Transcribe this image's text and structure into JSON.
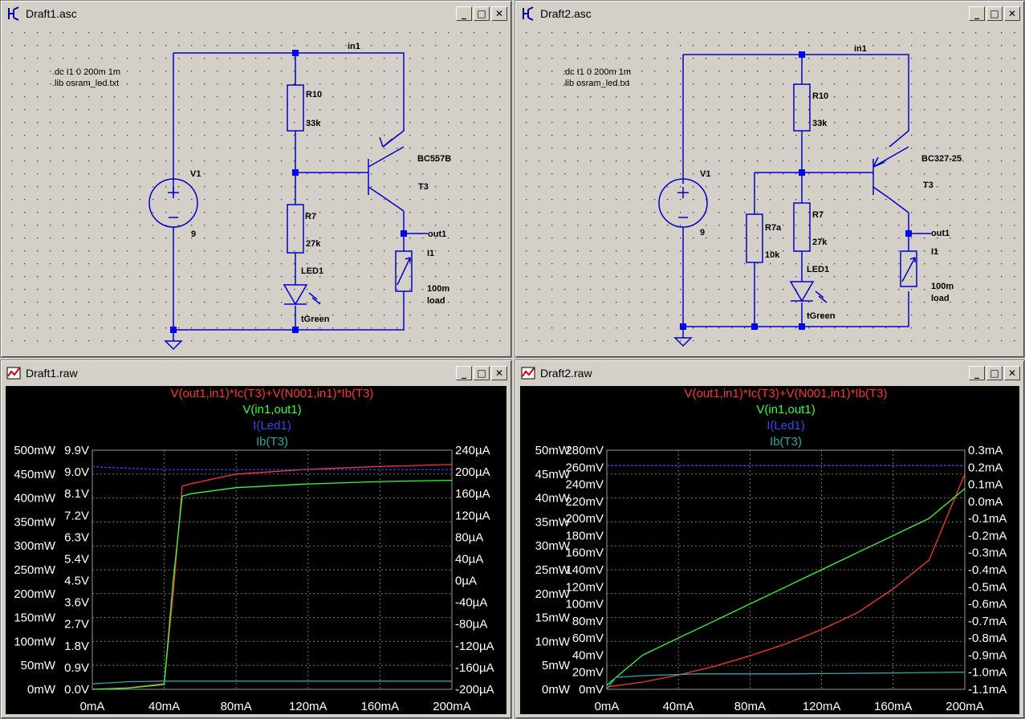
{
  "windows": {
    "draft1_asc": {
      "title": "Draft1.asc"
    },
    "draft2_asc": {
      "title": "Draft2.asc"
    },
    "draft1_raw": {
      "title": "Draft1.raw"
    },
    "draft2_raw": {
      "title": "Draft2.raw"
    }
  },
  "schematic1": {
    "directive1": ".dc I1 0 200m 1m",
    "directive2": ".lib osram_led.txt",
    "net_in1": "in1",
    "net_out1": "out1",
    "r10_name": "R10",
    "r10_value": "33k",
    "r7_name": "R7",
    "r7_value": "27k",
    "v1_name": "V1",
    "v1_value": "9",
    "led_name": "LED1",
    "led_value": "tGreen",
    "t3_model": "BC557B",
    "t3_name": "T3",
    "i1_name": "I1",
    "i1_value": "100m",
    "i1_extra": "load"
  },
  "schematic2": {
    "directive1": ".dc I1 0 200m 1m",
    "directive2": ".lib osram_led.txt",
    "net_in1": "in1",
    "net_out1": "out1",
    "r10_name": "R10",
    "r10_value": "33k",
    "r7_name": "R7",
    "r7_value": "27k",
    "r7a_name": "R7a",
    "r7a_value": "10k",
    "v1_name": "V1",
    "v1_value": "9",
    "led_name": "LED1",
    "led_value": "tGreen",
    "t3_model": "BC327-25",
    "t3_name": "T3",
    "i1_name": "I1",
    "i1_value": "100m",
    "i1_extra": "load"
  },
  "colors": {
    "red": "#ff3333",
    "green": "#33ff33",
    "blue": "#3344ff",
    "cyan": "#22aaaa",
    "wire": "#0000cc",
    "grid": "#777777"
  },
  "chart_data": [
    {
      "type": "line",
      "title": "",
      "series": [
        {
          "name": "V(out1,in1)*Ic(T3)+V(N001,in1)*Ib(T3)",
          "axis": "left_outer",
          "x": [
            0,
            20,
            40,
            45,
            50,
            55,
            80,
            120,
            160,
            200
          ],
          "y": [
            0,
            3,
            12,
            200,
            425,
            430,
            450,
            460,
            466,
            470
          ]
        },
        {
          "name": "V(in1,out1)",
          "axis": "left_inner",
          "x": [
            0,
            20,
            40,
            45,
            50,
            55,
            80,
            120,
            160,
            200
          ],
          "y": [
            0,
            0.05,
            0.2,
            4.5,
            8.0,
            8.1,
            8.35,
            8.5,
            8.6,
            8.65
          ]
        },
        {
          "name": "I(Led1)",
          "axis": "left_inner",
          "x": [
            0,
            10,
            20,
            30,
            40,
            100,
            200
          ],
          "y": [
            9.22,
            9.18,
            9.15,
            9.12,
            9.1,
            9.1,
            9.1
          ]
        },
        {
          "name": "Ib(T3)",
          "axis": "right",
          "x": [
            0,
            20,
            40,
            50,
            100,
            150,
            200
          ],
          "y": [
            -190,
            -186,
            -185,
            -185,
            -185,
            -185,
            -185
          ]
        }
      ],
      "xlim": [
        0,
        200
      ],
      "x_ticks": [
        "0mA",
        "40mA",
        "80mA",
        "120mA",
        "160mA",
        "200mA"
      ],
      "y_left_outer_ticks": [
        "0mW",
        "50mW",
        "100mW",
        "150mW",
        "200mW",
        "250mW",
        "300mW",
        "350mW",
        "400mW",
        "450mW",
        "500mW"
      ],
      "y_left_inner_ticks": [
        "0.0V",
        "0.9V",
        "1.8V",
        "2.7V",
        "3.6V",
        "4.5V",
        "5.4V",
        "6.3V",
        "7.2V",
        "8.1V",
        "9.0V",
        "9.9V"
      ],
      "y_right_ticks": [
        "-200µA",
        "-160µA",
        "-120µA",
        "-80µA",
        "-40µA",
        "0µA",
        "40µA",
        "80µA",
        "120µA",
        "160µA",
        "200µA",
        "240µA"
      ],
      "grid": true
    },
    {
      "type": "line",
      "title": "",
      "series": [
        {
          "name": "V(out1,in1)*Ic(T3)+V(N001,in1)*Ib(T3)",
          "axis": "left_outer",
          "x": [
            0,
            20,
            40,
            60,
            80,
            100,
            120,
            140,
            160,
            180,
            200
          ],
          "y": [
            0.5,
            1.5,
            3,
            4.8,
            7,
            9.5,
            12.5,
            16,
            21,
            27,
            45
          ]
        },
        {
          "name": "V(in1,out1)",
          "axis": "left_inner",
          "x": [
            0,
            20,
            40,
            60,
            80,
            100,
            120,
            140,
            160,
            180,
            200
          ],
          "y": [
            5,
            40,
            60,
            80,
            100,
            120,
            140,
            160,
            180,
            200,
            235
          ]
        },
        {
          "name": "I(Led1)",
          "axis": "left_inner",
          "x": [
            0,
            100,
            200
          ],
          "y": [
            262,
            262,
            262
          ]
        },
        {
          "name": "Ib(T3)",
          "axis": "right",
          "x": [
            0,
            5,
            20,
            50,
            100,
            150,
            200
          ],
          "y": [
            -1.1,
            -1.03,
            -1.02,
            -1.01,
            -1.01,
            -1.005,
            -1.0
          ]
        }
      ],
      "xlim": [
        0,
        200
      ],
      "x_ticks": [
        "0mA",
        "40mA",
        "80mA",
        "120mA",
        "160mA",
        "200mA"
      ],
      "y_left_outer_ticks": [
        "0mW",
        "5mW",
        "10mW",
        "15mW",
        "20mW",
        "25mW",
        "30mW",
        "35mW",
        "40mW",
        "45mW",
        "50mW"
      ],
      "y_left_inner_ticks": [
        "0mV",
        "20mV",
        "40mV",
        "60mV",
        "80mV",
        "100mV",
        "120mV",
        "140mV",
        "160mV",
        "180mV",
        "200mV",
        "220mV",
        "240mV",
        "260mV",
        "280mV"
      ],
      "y_right_ticks": [
        "-1.1mA",
        "-1.0mA",
        "-0.9mA",
        "-0.8mA",
        "-0.7mA",
        "-0.6mA",
        "-0.5mA",
        "-0.4mA",
        "-0.3mA",
        "-0.2mA",
        "-0.1mA",
        "0.0mA",
        "0.1mA",
        "0.2mA",
        "0.3mA"
      ],
      "grid": true
    }
  ]
}
